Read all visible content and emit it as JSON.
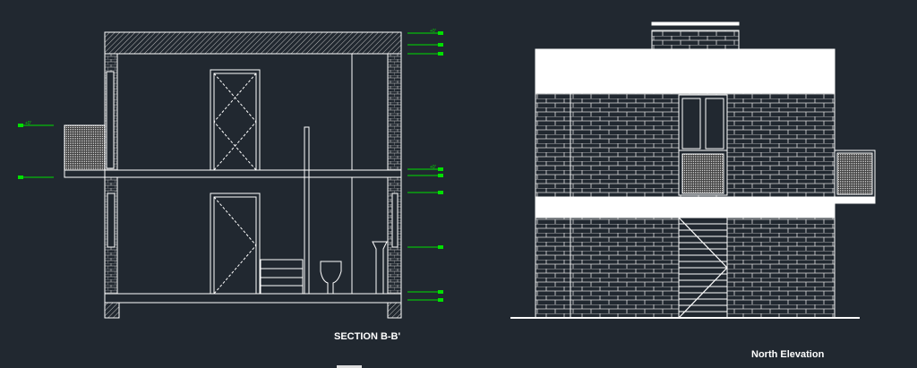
{
  "drawing": {
    "section_title": "SECTION B-B'",
    "elevation_title": "North Elevation",
    "level_marker_label": "+0'",
    "colors": {
      "background": "#212830",
      "lines": "#ffffff",
      "level_markers": "#00e000"
    }
  }
}
